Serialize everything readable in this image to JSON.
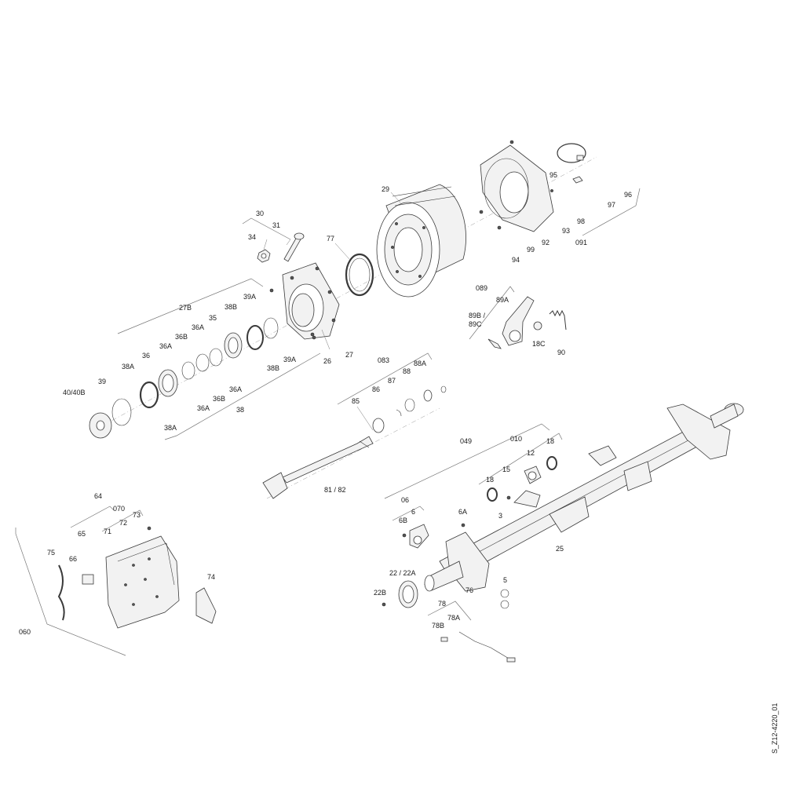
{
  "document_id": "S_Z12-4220_01",
  "labels": {
    "l30": "30",
    "l31": "31",
    "l34": "34",
    "l77": "77",
    "l29": "29",
    "l27B": "27B",
    "l39A_top": "39A",
    "l38B_top": "38B",
    "l35": "35",
    "l36A_1": "36A",
    "l36B_1": "36B",
    "l36A_2": "36A",
    "l36": "36",
    "l38A_1": "38A",
    "l39": "39",
    "l40": "40/40B",
    "l39A_b": "39A",
    "l38B_b": "38B",
    "l26": "26",
    "l27": "27",
    "l36A_3": "36A",
    "l36B_2": "36B",
    "l36A_4": "36A",
    "l38": "38",
    "l38A_2": "38A",
    "l96": "96",
    "l95": "95",
    "l97": "97",
    "l98": "98",
    "l93": "93",
    "l091": "091",
    "l92": "92",
    "l99": "99",
    "l94": "94",
    "l089": "089",
    "l89A": "89A",
    "l89B": "89B /",
    "l89C": "89C",
    "l18C": "18C",
    "l90": "90",
    "l083": "083",
    "l88A": "88A",
    "l88": "88",
    "l87": "87",
    "l86": "86",
    "l85": "85",
    "l8182": "81 / 82",
    "l049": "049",
    "l010": "010",
    "l12": "12",
    "l18a": "18",
    "l18b": "18",
    "l15": "15",
    "l3": "3",
    "l06": "06",
    "l6": "6",
    "l6B": "6B",
    "l6A": "6A",
    "l25": "25",
    "l2222A": "22 / 22A",
    "l22B": "22B",
    "l76": "76",
    "l5": "5",
    "l78": "78",
    "l78A": "78A",
    "l78B": "78B",
    "l64": "64",
    "l070": "070",
    "l73": "73",
    "l72": "72",
    "l71": "71",
    "l65": "65",
    "l75": "75",
    "l66": "66",
    "l74": "74",
    "l060": "060"
  }
}
